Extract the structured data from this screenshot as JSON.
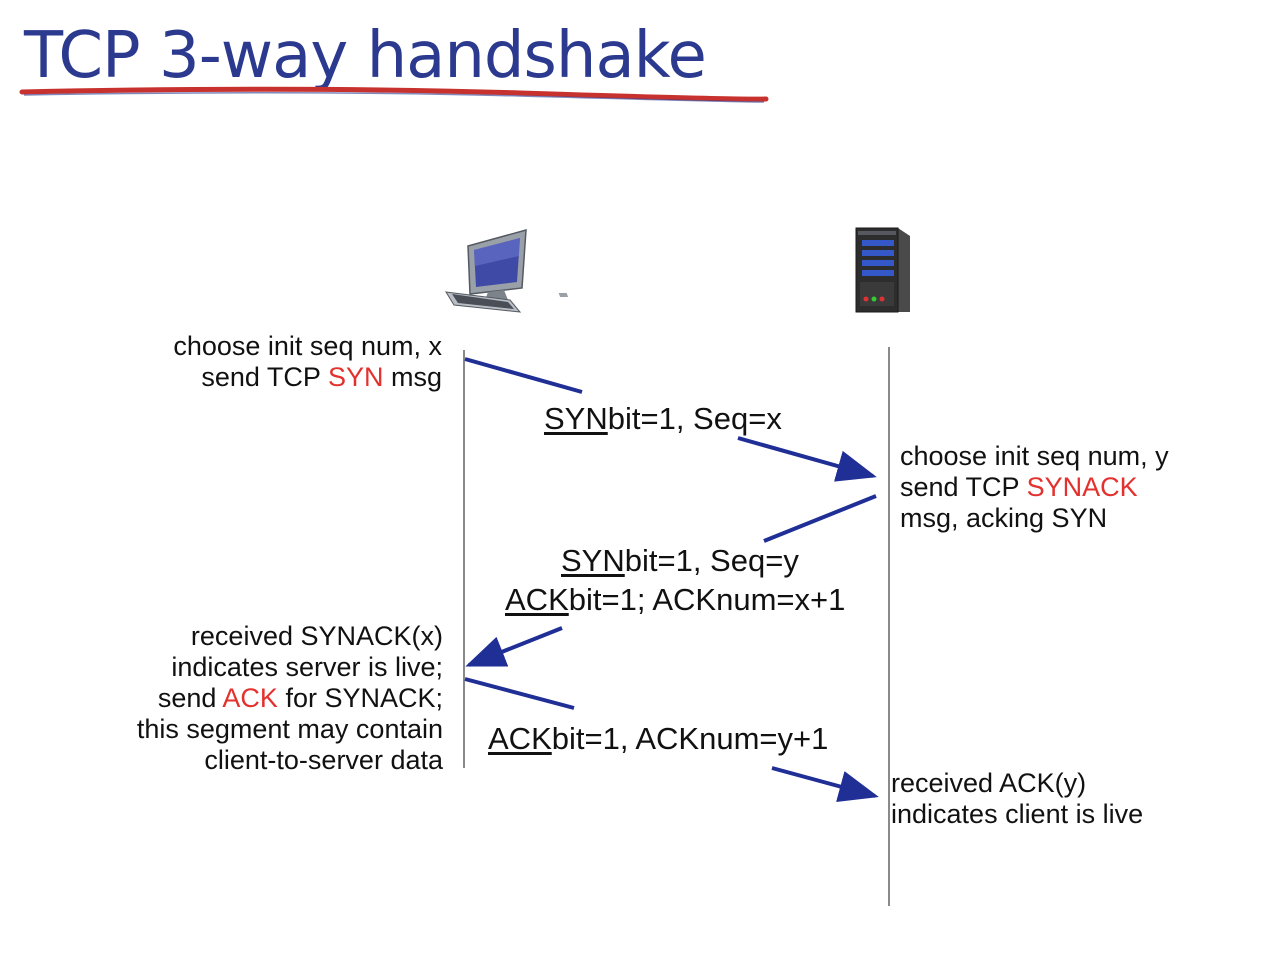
{
  "title": "TCP 3-way handshake",
  "colors": {
    "title": "#2b3a8f",
    "title_underline": "#c8322e",
    "arrow": "#1f2f96",
    "highlight": "#e3312e",
    "timeline": "#8a8a8a"
  },
  "icons": {
    "client": "desktop-computer-icon",
    "server": "server-tower-icon"
  },
  "client_notes": {
    "step1": {
      "line1": "choose init seq num, x",
      "line2_pre": "send TCP ",
      "line2_red": "SYN",
      "line2_post": " msg"
    },
    "step3": {
      "line1": "received SYNACK(x)",
      "line2": "indicates server is live;",
      "line3_pre": "send ",
      "line3_red": "ACK",
      "line3_post": " for SYNACK;",
      "line4": "this segment may contain",
      "line5": "client-to-server data"
    }
  },
  "server_notes": {
    "step2": {
      "line1": "choose init seq num, y",
      "line2_pre": "send TCP ",
      "line2_red": "SYNACK",
      "line3": "msg, acking SYN"
    },
    "step4": {
      "line1": "received ACK(y)",
      "line2": "indicates client is live"
    }
  },
  "messages": {
    "syn": {
      "u": "SYN",
      "rest": "bit=1, Seq=x"
    },
    "synack": {
      "line1_u": "SYN",
      "line1_rest": "bit=1, Seq=y",
      "line2_u": "ACK",
      "line2_rest": "bit=1; ACKnum=x+1"
    },
    "ack": {
      "u": "ACK",
      "rest": "bit=1, ACKnum=y+1"
    }
  }
}
